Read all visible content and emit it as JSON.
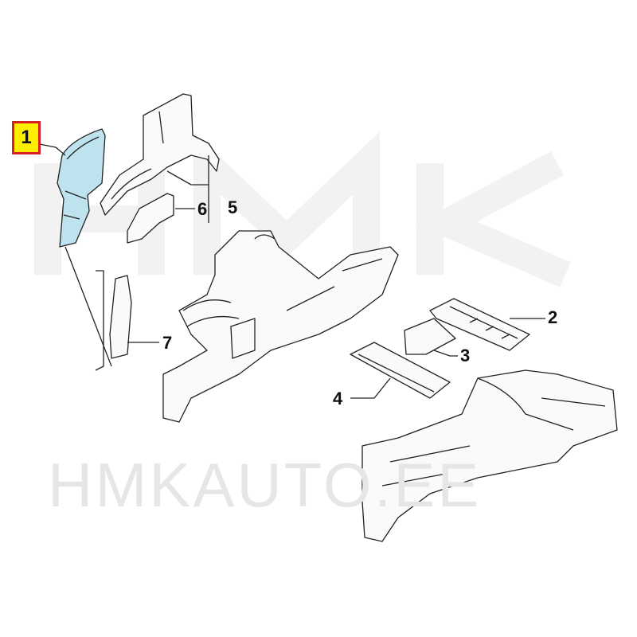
{
  "watermark": {
    "big": "HMK",
    "small": "HMKAUTO.EE"
  },
  "callouts": [
    {
      "id": "1",
      "label": "1",
      "highlighted": true
    },
    {
      "id": "2",
      "label": "2"
    },
    {
      "id": "3",
      "label": "3"
    },
    {
      "id": "4",
      "label": "4"
    },
    {
      "id": "5",
      "label": "5"
    },
    {
      "id": "6",
      "label": "6"
    },
    {
      "id": "7",
      "label": "7"
    }
  ],
  "colors": {
    "highlight_part": "#bfe3ee",
    "callout_fill": "#ffee00",
    "callout_border": "#d42020",
    "line": "#222222"
  }
}
